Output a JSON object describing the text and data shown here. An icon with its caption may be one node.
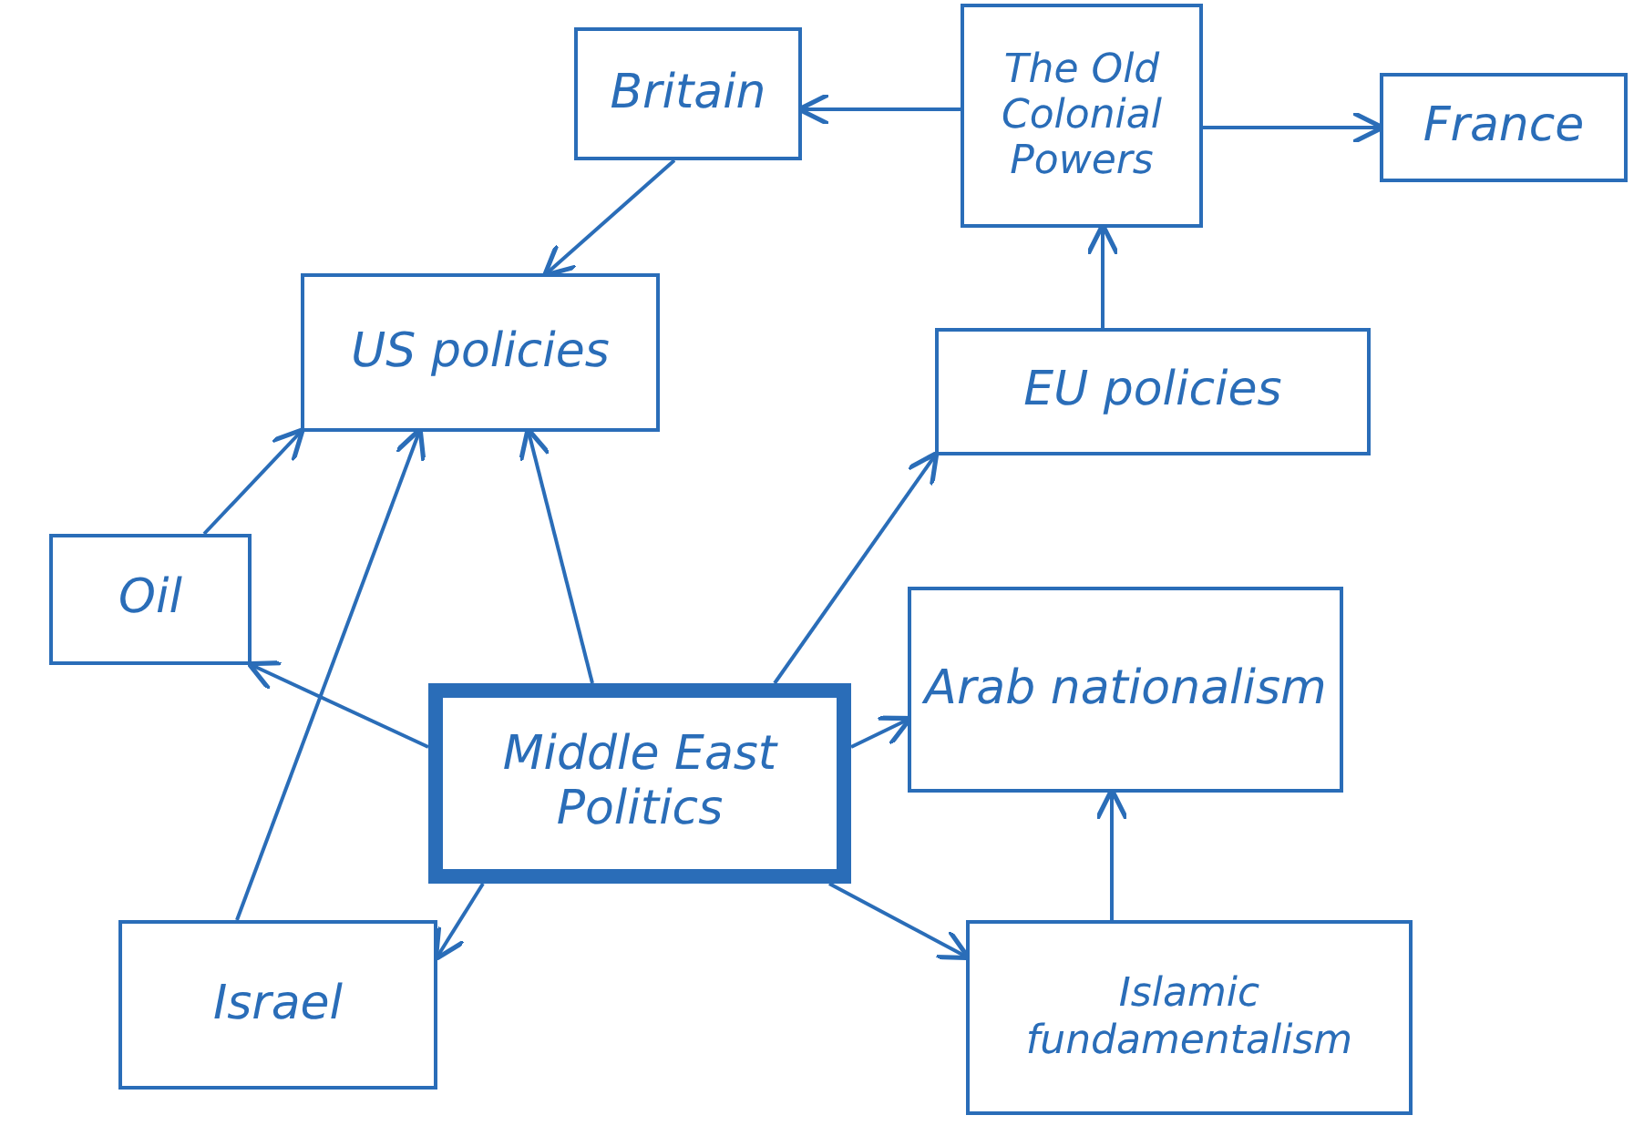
{
  "diagram": {
    "nodes": [
      {
        "text": [
          "Britain"
        ]
      },
      {
        "text": [
          "The Old Colonial Powers"
        ]
      },
      {
        "text": [
          "France"
        ]
      },
      {
        "text": [
          "US policies"
        ]
      },
      {
        "text": [
          "EU policies"
        ]
      },
      {
        "text": [
          "Oil"
        ]
      },
      {
        "text": [
          "Middle East Politics"
        ]
      },
      {
        "text": [
          "Arab nationalism"
        ]
      },
      {
        "text": [
          "Israel"
        ]
      },
      {
        "text": [
          "Islamic fundamentalism"
        ]
      }
    ],
    "edges": [
      {
        "from": 1,
        "to": 0,
        "arrow": "to"
      },
      {
        "from": 1,
        "to": 2,
        "arrow": "to"
      },
      {
        "from": 0,
        "to": 3,
        "arrow": "to"
      },
      {
        "from": 4,
        "to": 1,
        "arrow": "to"
      },
      {
        "from": 6,
        "to": 4,
        "arrow": "to"
      },
      {
        "from": 6,
        "to": 3,
        "arrow": "to"
      },
      {
        "from": 5,
        "to": 3,
        "arrow": "to"
      },
      {
        "from": 6,
        "to": 5,
        "arrow": "to"
      },
      {
        "from": 6,
        "to": 7,
        "arrow": "to"
      },
      {
        "from": 6,
        "to": 8,
        "arrow": "to"
      },
      {
        "from": 6,
        "to": 9,
        "arrow": "to"
      },
      {
        "from": 9,
        "to": 7,
        "arrow": "to"
      },
      {
        "from": 8,
        "to": 3,
        "arrow": "to"
      }
    ]
  }
}
